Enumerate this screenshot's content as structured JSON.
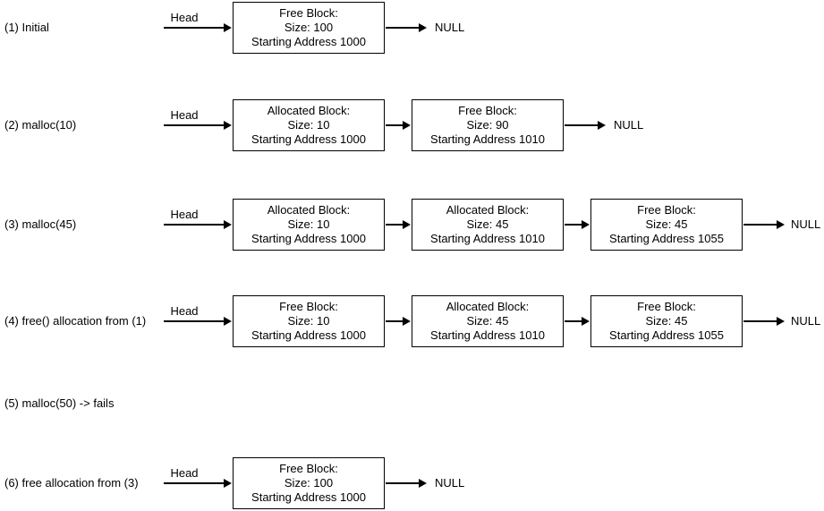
{
  "labels": {
    "head": "Head",
    "null": "NULL"
  },
  "colors": {
    "background": "#ffffff",
    "stroke": "#000000",
    "text": "#000000"
  },
  "rows": [
    {
      "label": "(1) Initial",
      "boxes": [
        {
          "lines": [
            "Free Block:",
            "Size: 100",
            "Starting Address 1000"
          ]
        }
      ]
    },
    {
      "label": "(2) malloc(10)",
      "boxes": [
        {
          "lines": [
            "Allocated Block:",
            "Size: 10",
            "Starting Address 1000"
          ]
        },
        {
          "lines": [
            "Free Block:",
            "Size: 90",
            "Starting Address 1010"
          ]
        }
      ]
    },
    {
      "label": "(3) malloc(45)",
      "boxes": [
        {
          "lines": [
            "Allocated Block:",
            "Size: 10",
            "Starting Address 1000"
          ]
        },
        {
          "lines": [
            "Allocated Block:",
            "Size: 45",
            "Starting Address 1010"
          ]
        },
        {
          "lines": [
            "Free Block:",
            "Size: 45",
            "Starting Address 1055"
          ]
        }
      ]
    },
    {
      "label": "(4) free() allocation from (1)",
      "boxes": [
        {
          "lines": [
            "Free Block:",
            "Size: 10",
            "Starting Address 1000"
          ]
        },
        {
          "lines": [
            "Allocated Block:",
            "Size: 45",
            "Starting Address 1010"
          ]
        },
        {
          "lines": [
            "Free Block:",
            "Size: 45",
            "Starting Address 1055"
          ]
        }
      ]
    },
    {
      "label": "(5) malloc(50) -> fails",
      "boxes": []
    },
    {
      "label": "(6) free allocation from (3)",
      "boxes": [
        {
          "lines": [
            "Free Block:",
            "Size: 100",
            "Starting Address 1000"
          ]
        }
      ]
    }
  ]
}
